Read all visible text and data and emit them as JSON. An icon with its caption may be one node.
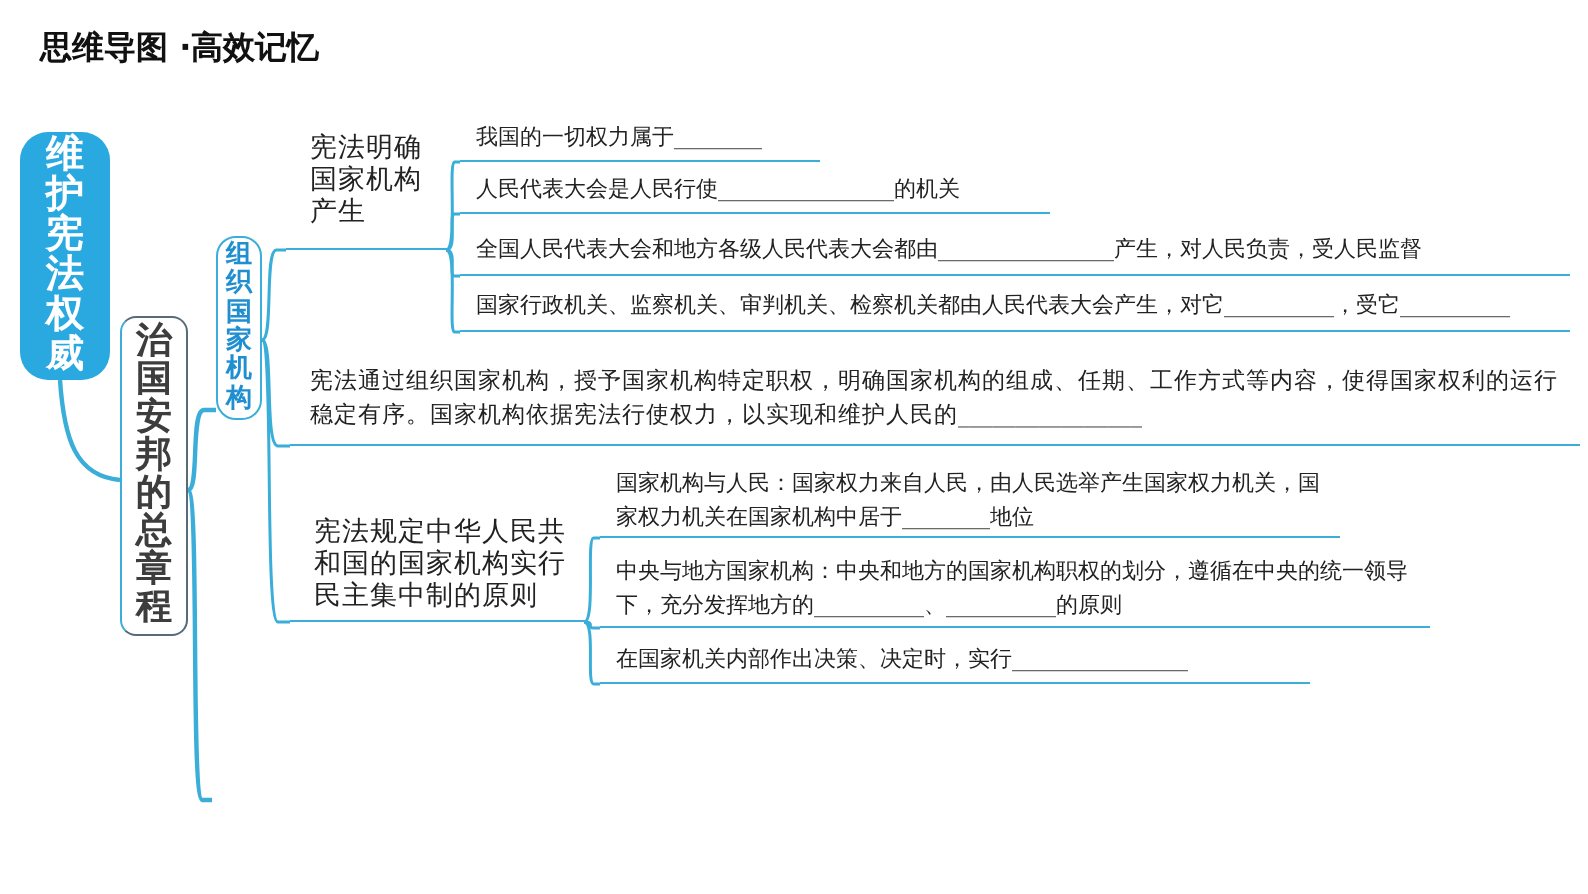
{
  "diagram": {
    "title": "思维导图 ·高效记忆",
    "nodes": [
      {
        "text": [
          "维护宪法权威"
        ]
      },
      {
        "text": [
          "治国安邦的总章程"
        ]
      },
      {
        "text": [
          "组织国家机构"
        ]
      },
      {
        "text": [
          "宪法明确国家机构产生"
        ]
      },
      {
        "text": [
          "我国的一切权力属于________"
        ]
      },
      {
        "text": [
          "人民代表大会是人民行使________________的机关"
        ]
      },
      {
        "text": [
          "全国人民代表大会和地方各级人民代表大会都由________________产生，对人民负责，受人民监督"
        ]
      },
      {
        "text": [
          "国家行政机关、监察机关、审判机关、检察机关都由人民代表大会产生，对它__________，受它__________"
        ]
      },
      {
        "text": [
          "宪法通过组织国家机构，授予国家机构特定职权，明确国家机构的组成、任期、工作方式等内容，使得国家权利的运行稳定有序。国家机构依据宪法行使权力，以实现和维护人民的________________"
        ]
      },
      {
        "text": [
          "宪法规定中华人民共和国的国家机构实行民主集中制的原则"
        ]
      },
      {
        "text": [
          "国家机构与人民：国家权力来自人民，由人民选举产生国家权力机关，国家权力机关在国家机构中居于________地位"
        ]
      },
      {
        "text": [
          "中央与地方国家机构：中央和地方的国家机构职权的划分，遵循在中央的统一领导下，充分发挥地方的__________、__________的原则"
        ]
      },
      {
        "text": [
          "在国家机关内部作出决策、决定时，实行________________"
        ]
      }
    ],
    "edges": [
      {
        "from": 0,
        "to": 1,
        "arrow": "none"
      },
      {
        "from": 1,
        "to": 2,
        "arrow": "none"
      },
      {
        "from": 1,
        "to": null,
        "arrow": "none"
      },
      {
        "from": 2,
        "to": 3,
        "arrow": "none"
      },
      {
        "from": 2,
        "to": 8,
        "arrow": "none"
      },
      {
        "from": 2,
        "to": 9,
        "arrow": "none"
      },
      {
        "from": 3,
        "to": 4,
        "arrow": "none"
      },
      {
        "from": 3,
        "to": 5,
        "arrow": "none"
      },
      {
        "from": 3,
        "to": 6,
        "arrow": "none"
      },
      {
        "from": 3,
        "to": 7,
        "arrow": "none"
      },
      {
        "from": 9,
        "to": 10,
        "arrow": "none"
      },
      {
        "from": 9,
        "to": 11,
        "arrow": "none"
      },
      {
        "from": 9,
        "to": 12,
        "arrow": "none"
      }
    ]
  }
}
